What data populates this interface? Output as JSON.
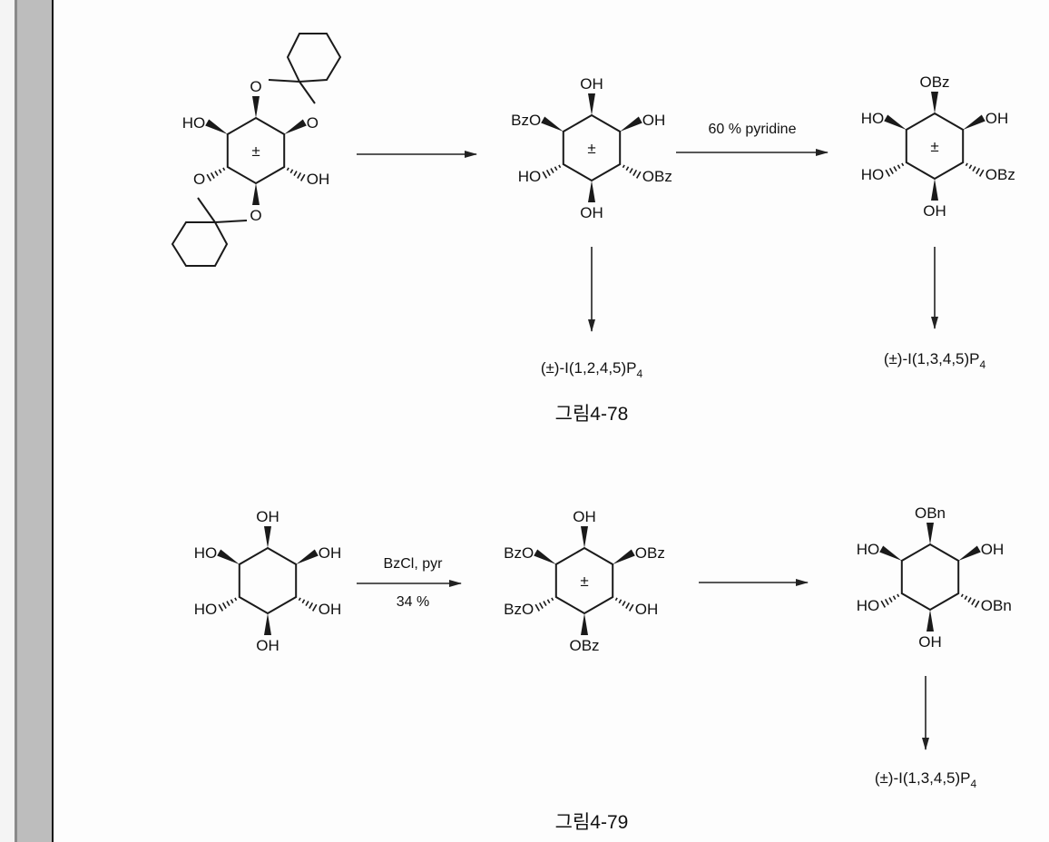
{
  "figures": [
    {
      "caption": "그림4-78",
      "conditions": [
        "60 % pyridine"
      ],
      "products": [
        "(±)-I(1,2,4,5)P",
        "(±)-I(1,3,4,5)P"
      ],
      "product_subscript": "4"
    },
    {
      "caption": "그림4-79",
      "conditions": [
        "BzCl, pyr",
        "34 %"
      ],
      "products": [
        "(±)-I(1,3,4,5)P"
      ],
      "product_subscript": "4"
    }
  ],
  "molecules": [
    {
      "id": "dicyclohexylidene-inositol",
      "racemic": "±",
      "subs": [
        {
          "label": "O",
          "stereo": "wedge"
        },
        {
          "label": "O",
          "stereo": "wedge"
        },
        {
          "label": "OH",
          "stereo": "hash"
        },
        {
          "label": "O",
          "stereo": "wedge"
        },
        {
          "label": "O",
          "stereo": "hash"
        },
        {
          "label": "HO",
          "stereo": "wedge"
        }
      ]
    },
    {
      "id": "dibenzoyl-inositol-a",
      "racemic": "±",
      "subs": [
        {
          "label": "OH",
          "stereo": "wedge"
        },
        {
          "label": "OH",
          "stereo": "wedge"
        },
        {
          "label": "OBz",
          "stereo": "hash"
        },
        {
          "label": "OH",
          "stereo": "wedge"
        },
        {
          "label": "HO",
          "stereo": "hash"
        },
        {
          "label": "BzO",
          "stereo": "wedge"
        }
      ]
    },
    {
      "id": "dibenzoyl-inositol-b",
      "racemic": "±",
      "subs": [
        {
          "label": "OBz",
          "stereo": "wedge"
        },
        {
          "label": "OH",
          "stereo": "wedge"
        },
        {
          "label": "OBz",
          "stereo": "hash"
        },
        {
          "label": "OH",
          "stereo": "wedge"
        },
        {
          "label": "HO",
          "stereo": "hash"
        },
        {
          "label": "HO",
          "stereo": "wedge"
        }
      ]
    },
    {
      "id": "myo-inositol",
      "racemic": "",
      "subs": [
        {
          "label": "OH",
          "stereo": "wedge"
        },
        {
          "label": "OH",
          "stereo": "wedge"
        },
        {
          "label": "OH",
          "stereo": "hash"
        },
        {
          "label": "OH",
          "stereo": "wedge"
        },
        {
          "label": "HO",
          "stereo": "hash"
        },
        {
          "label": "HO",
          "stereo": "wedge"
        }
      ]
    },
    {
      "id": "tetrabenzoyl-inositol",
      "racemic": "±",
      "subs": [
        {
          "label": "OH",
          "stereo": "wedge"
        },
        {
          "label": "OBz",
          "stereo": "wedge"
        },
        {
          "label": "OH",
          "stereo": "hash"
        },
        {
          "label": "OBz",
          "stereo": "wedge"
        },
        {
          "label": "BzO",
          "stereo": "hash"
        },
        {
          "label": "BzO",
          "stereo": "wedge"
        }
      ]
    },
    {
      "id": "dibenzyl-inositol",
      "racemic": "",
      "subs": [
        {
          "label": "OBn",
          "stereo": "wedge"
        },
        {
          "label": "OH",
          "stereo": "wedge"
        },
        {
          "label": "OBn",
          "stereo": "hash"
        },
        {
          "label": "OH",
          "stereo": "wedge"
        },
        {
          "label": "HO",
          "stereo": "hash"
        },
        {
          "label": "HO",
          "stereo": "wedge"
        }
      ]
    }
  ]
}
